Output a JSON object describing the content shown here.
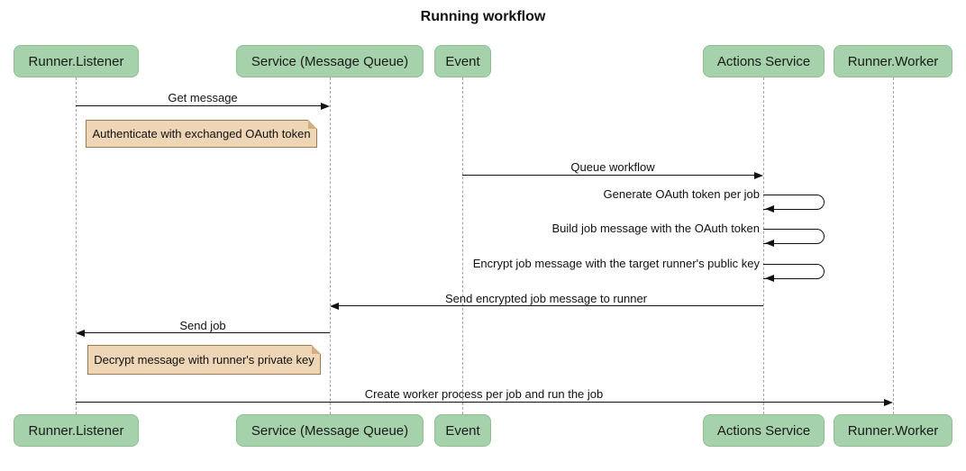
{
  "title": "Running workflow",
  "diagram": {
    "type": "sequence-diagram",
    "actors": [
      {
        "name": "Runner.Listener"
      },
      {
        "name": "Service (Message Queue)"
      },
      {
        "name": "Event"
      },
      {
        "name": "Actions Service"
      },
      {
        "name": "Runner.Worker"
      }
    ],
    "messages": [
      {
        "kind": "arrow",
        "from": "Runner.Listener",
        "to": "Service (Message Queue)",
        "label": "Get message"
      },
      {
        "kind": "note",
        "position": "right of Runner.Listener",
        "note": "Authenticate with exchanged OAuth token"
      },
      {
        "kind": "arrow",
        "from": "Event",
        "to": "Actions Service",
        "label": "Queue workflow"
      },
      {
        "kind": "self",
        "from": "Actions Service",
        "to": "Actions Service",
        "label": "Generate OAuth token per job"
      },
      {
        "kind": "self",
        "from": "Actions Service",
        "to": "Actions Service",
        "label": "Build job message with the OAuth token"
      },
      {
        "kind": "self",
        "from": "Actions Service",
        "to": "Actions Service",
        "label": "Encrypt job message with the target runner's public key"
      },
      {
        "kind": "arrow",
        "from": "Actions Service",
        "to": "Service (Message Queue)",
        "label": "Send encrypted job message to runner"
      },
      {
        "kind": "arrow",
        "from": "Service (Message Queue)",
        "to": "Runner.Listener",
        "label": "Send job"
      },
      {
        "kind": "note",
        "position": "right of Runner.Listener",
        "note": "Decrypt message with runner's private key"
      },
      {
        "kind": "arrow",
        "from": "Runner.Listener",
        "to": "Runner.Worker",
        "label": "Create worker process per job and run the job"
      }
    ],
    "colors": {
      "background": "#FFFFFF",
      "actor_fill": "#A6D2AB",
      "actor_border": "#8FBE93",
      "actor_text": "#1A1A1A",
      "note_fill": "#EDD5B5",
      "note_border": "#9E7B4F",
      "message_line": "#111111",
      "lifeline": "#A6A6A6"
    }
  }
}
